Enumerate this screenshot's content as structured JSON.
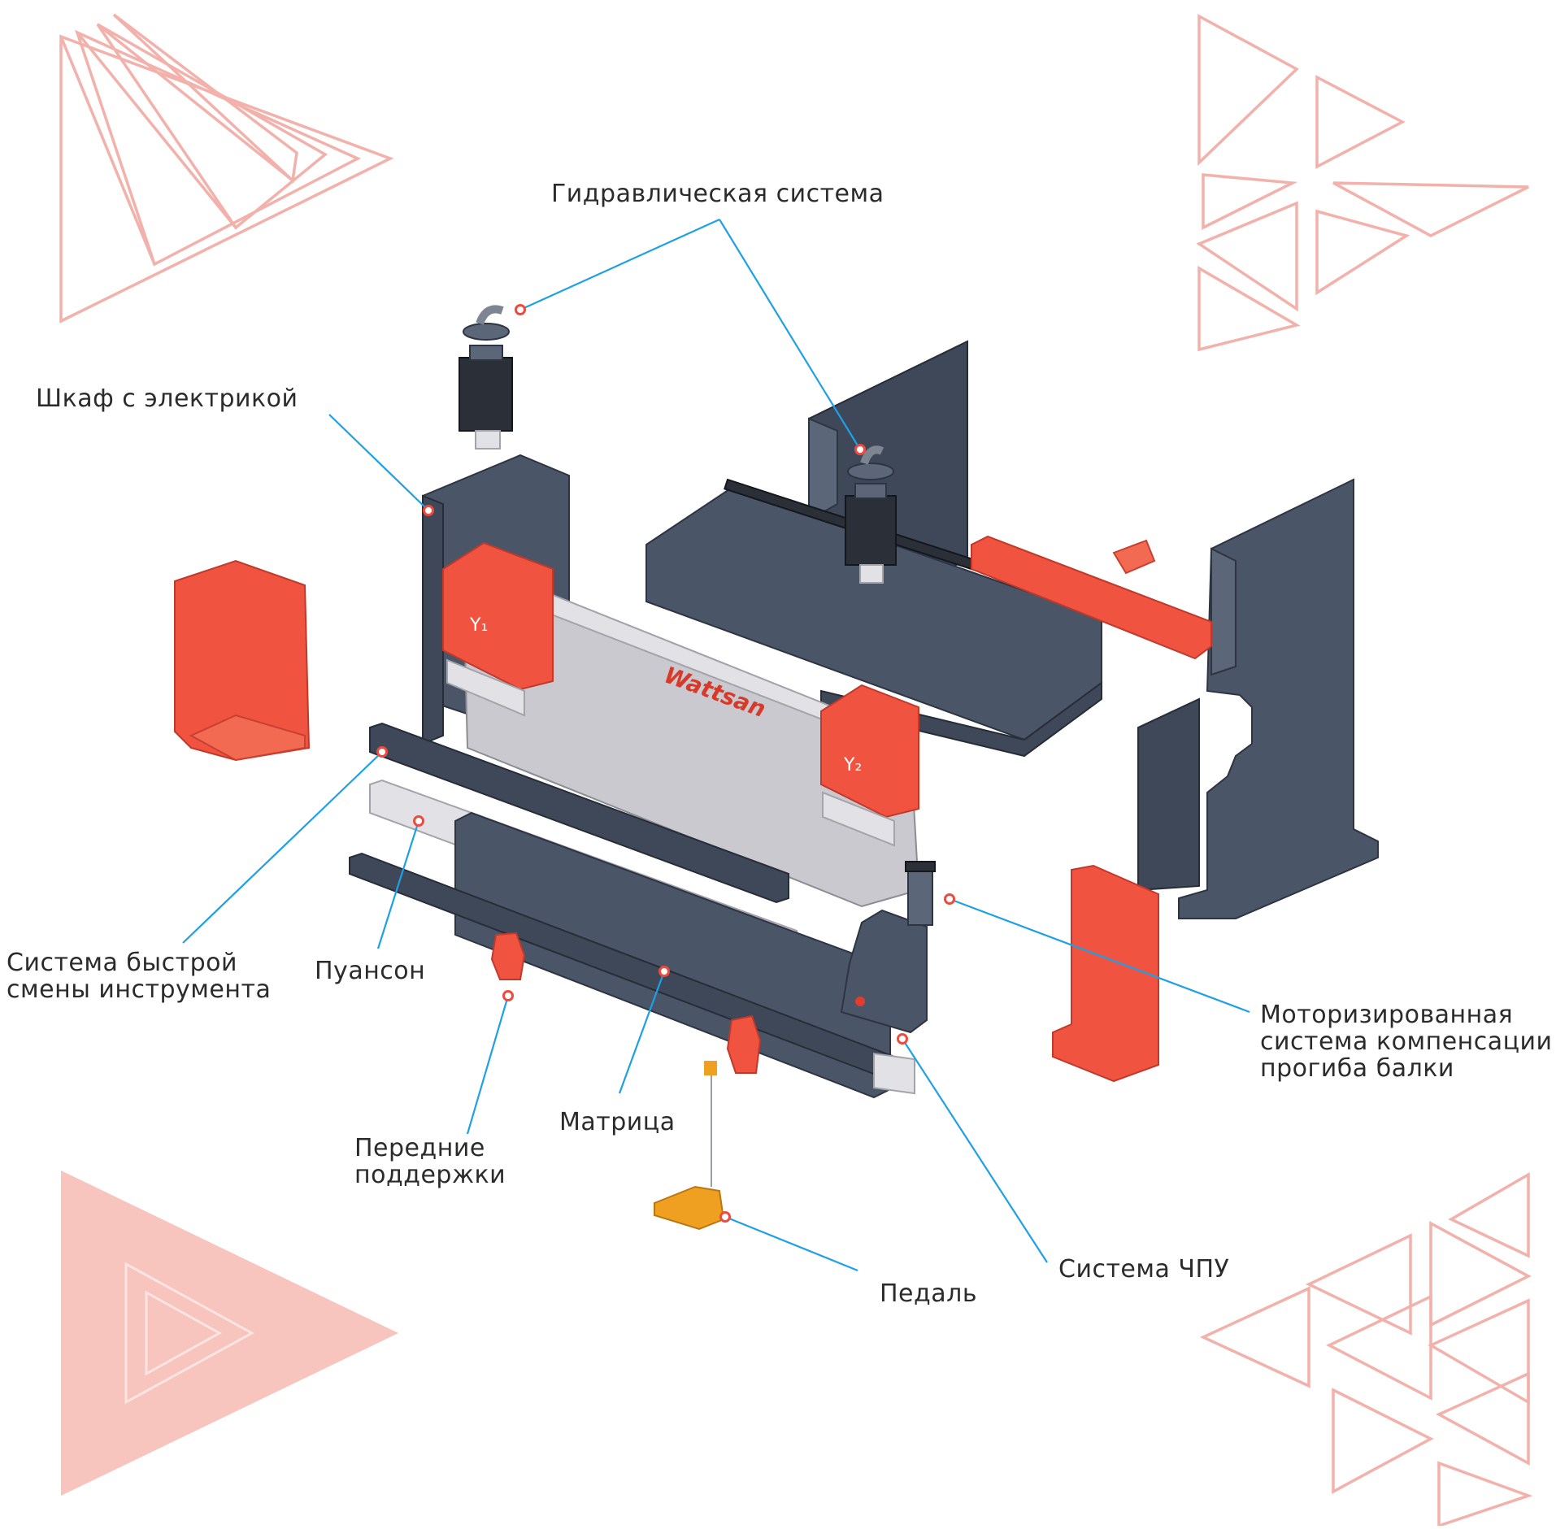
{
  "labels": {
    "hydraulic": "Гидравлическая система",
    "cabinet": "Шкаф с электрикой",
    "tool_change_1": "Система быстрой",
    "tool_change_2": "смены инструмента",
    "punch": "Пуансон",
    "crowning_1": "Моторизированная",
    "crowning_2": "система компенсации",
    "crowning_3": "прогиба балки",
    "die": "Матрица",
    "front_supports_1": "Передние",
    "front_supports_2": "поддержки",
    "cnc": "Система ЧПУ",
    "pedal": "Педаль"
  },
  "machine_marks": {
    "brand": "Wattsan",
    "cylinder_left": "Y₁",
    "cylinder_right": "Y₂"
  },
  "colors": {
    "callout_line": "#1ea0e6",
    "callout_dot": "#ef4a3c",
    "decor": "#f2b1aa",
    "accent_red": "#f0533f",
    "steel": "#4a5568"
  }
}
